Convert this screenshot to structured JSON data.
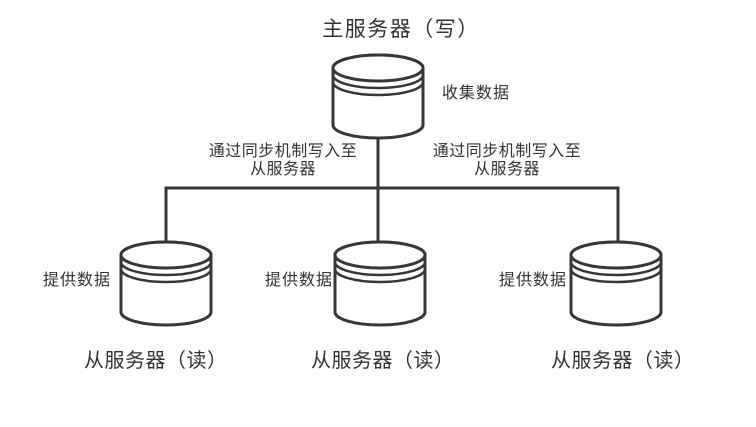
{
  "diagram": {
    "background_color": "#ffffff",
    "stroke_color": "#373737",
    "text_color": "#333333",
    "master": {
      "title": "主服务器（写）",
      "icon": "database-cylinder-icon",
      "note": "收集数据"
    },
    "sync": {
      "left_label": "通过同步机制写入至\n从服务器",
      "right_label": "通过同步机制写入至\n从服务器"
    },
    "slaves": [
      {
        "note": "提供数据",
        "label": "从服务器（读）",
        "icon": "database-cylinder-icon"
      },
      {
        "note": "提供数据",
        "label": "从服务器（读）",
        "icon": "database-cylinder-icon"
      },
      {
        "note": "提供数据",
        "label": "从服务器（读）",
        "icon": "database-cylinder-icon"
      }
    ]
  }
}
